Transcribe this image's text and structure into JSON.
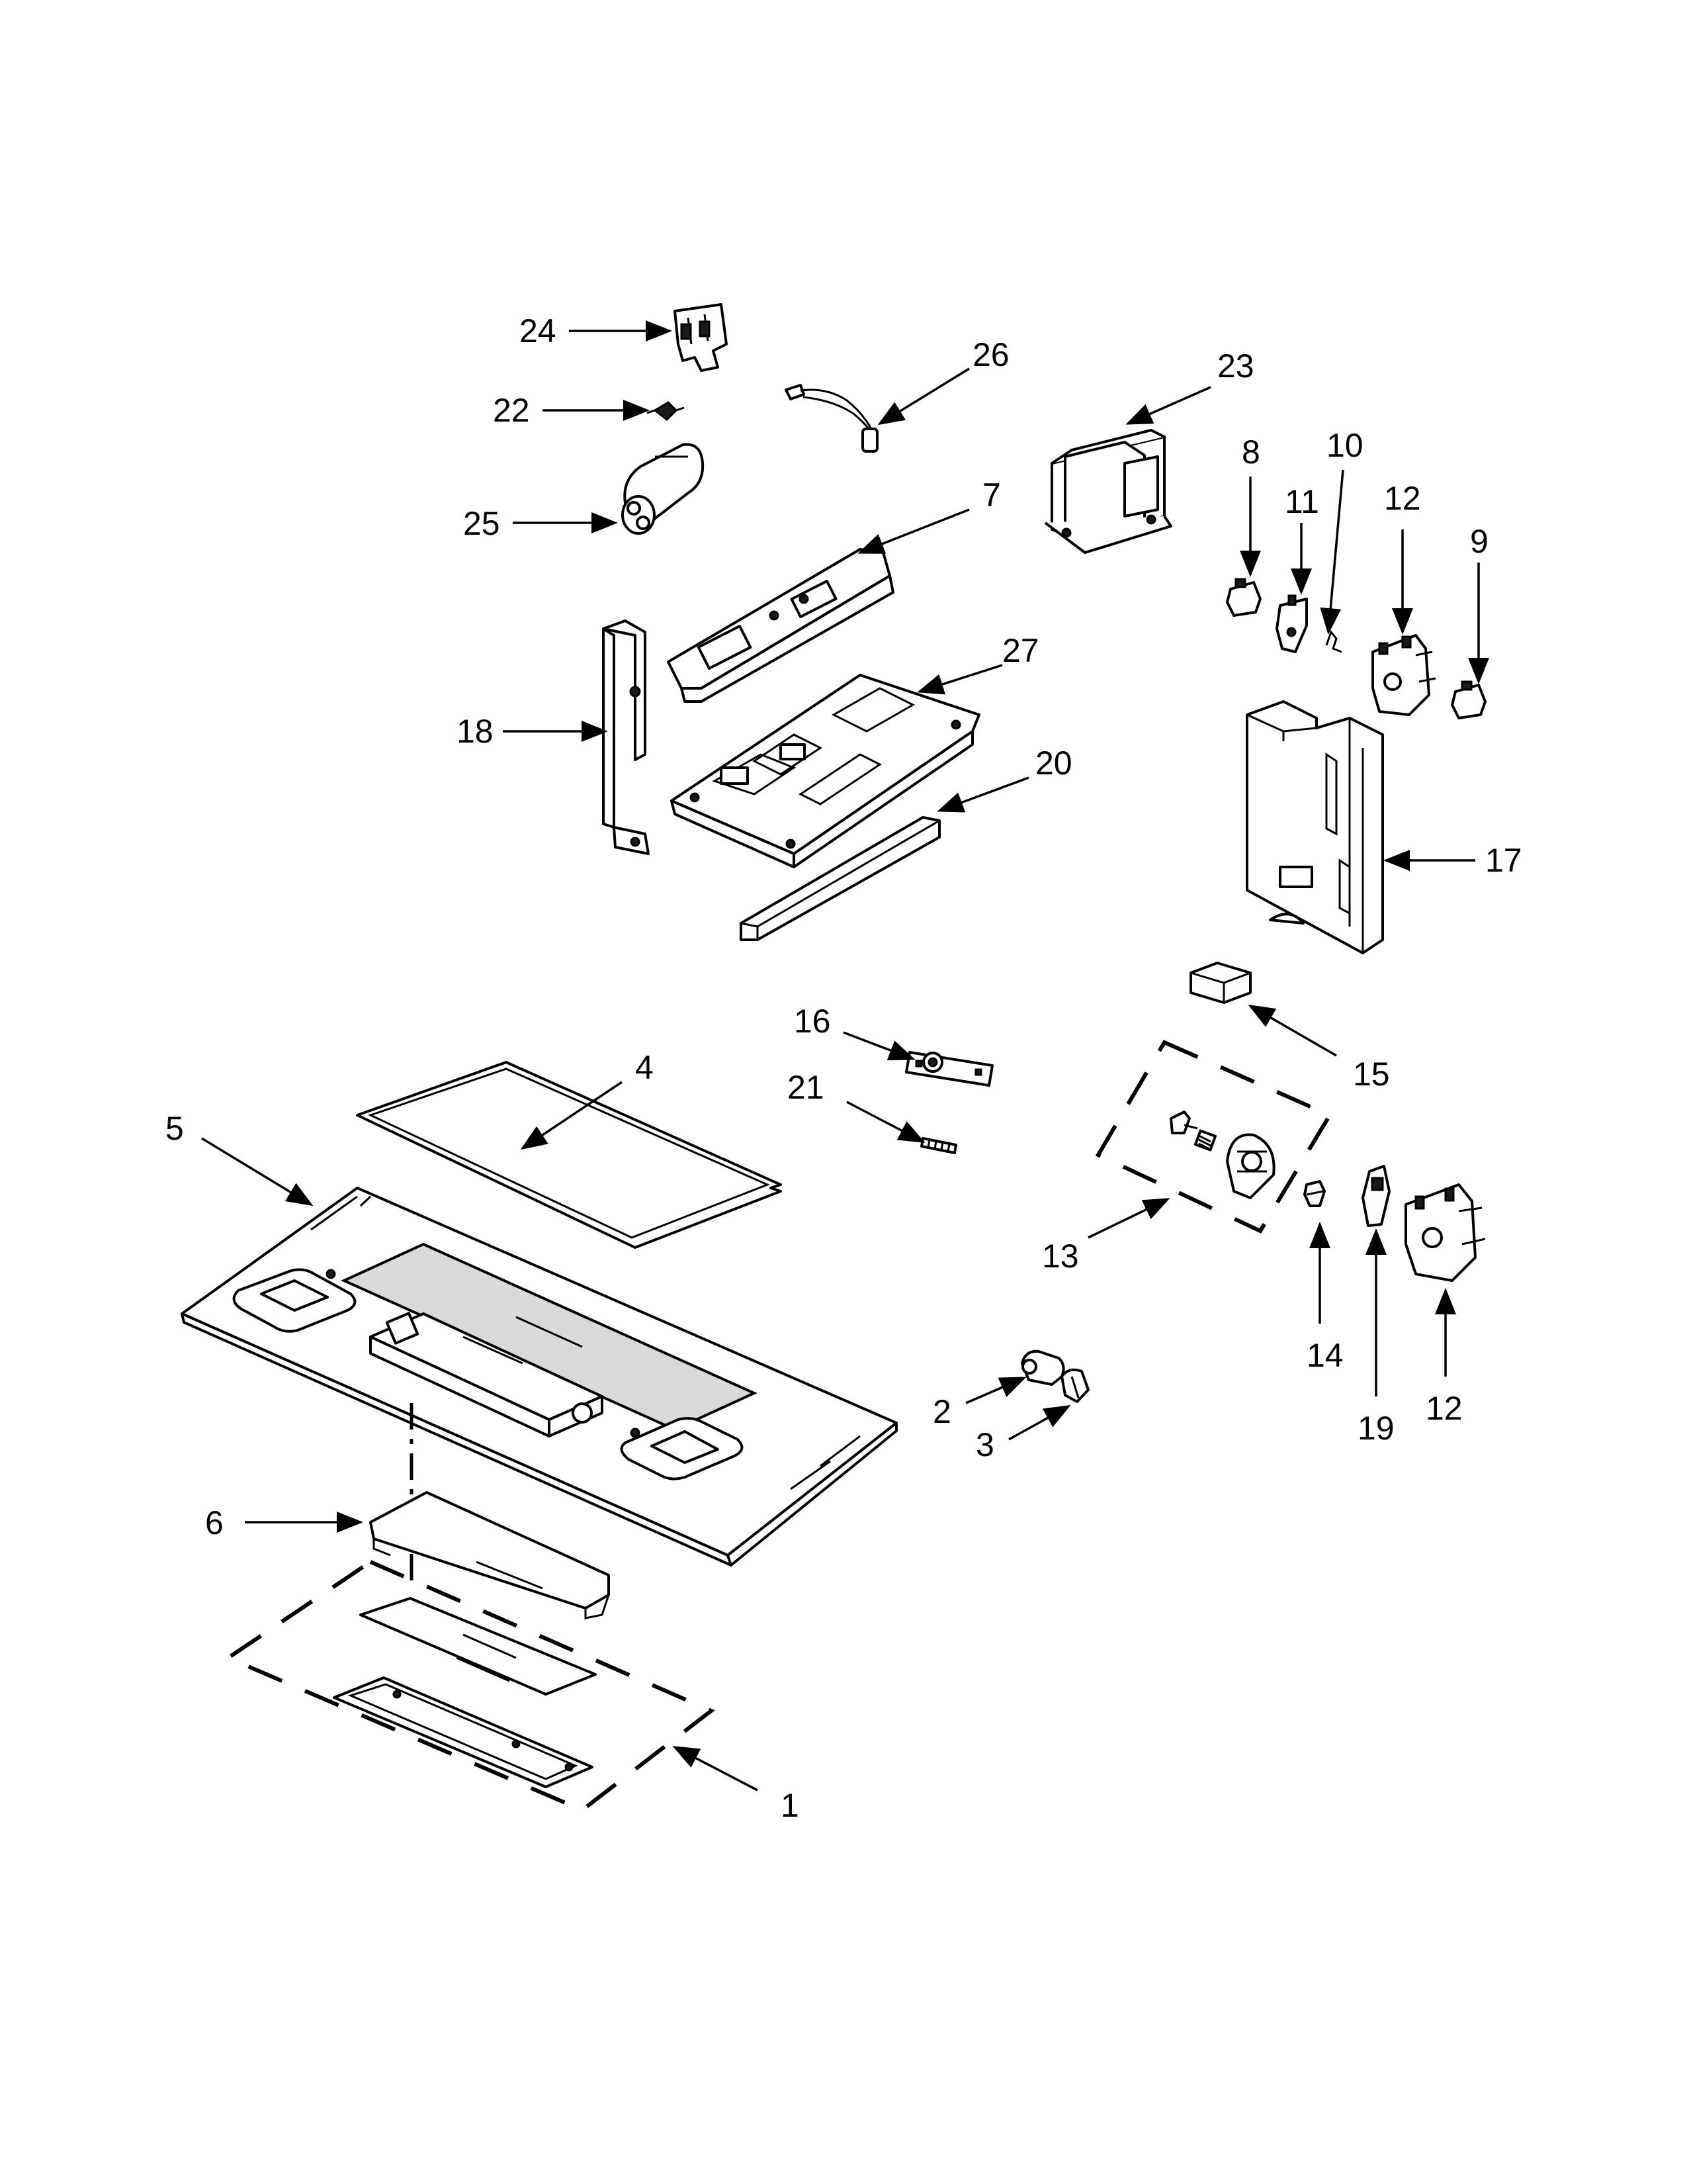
{
  "callouts": {
    "c1": "1",
    "c2": "2",
    "c3": "3",
    "c4": "4",
    "c5": "5",
    "c6": "6",
    "c7": "7",
    "c8": "8",
    "c9": "9",
    "c10": "10",
    "c11": "11",
    "c12a": "12",
    "c12b": "12",
    "c13": "13",
    "c14": "14",
    "c15": "15",
    "c16": "16",
    "c17": "17",
    "c18": "18",
    "c19": "19",
    "c20": "20",
    "c21": "21",
    "c22": "22",
    "c23": "23",
    "c24": "24",
    "c25": "25",
    "c26": "26",
    "c27": "27"
  }
}
